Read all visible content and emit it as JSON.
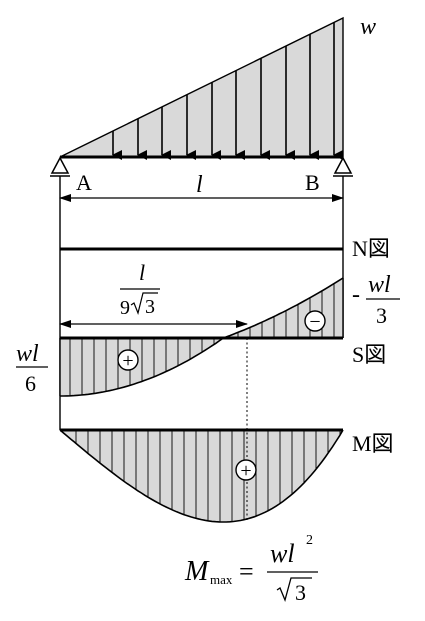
{
  "load": {
    "label": "w"
  },
  "supports": {
    "left_label": "A",
    "right_label": "B"
  },
  "span": {
    "label": "l"
  },
  "diagrams": {
    "normal": {
      "label": "N図"
    },
    "shear": {
      "label": "S図",
      "left_value": {
        "num": "wl",
        "den": "6"
      },
      "right_value": {
        "sign": "-",
        "num": "wl",
        "den": "3"
      },
      "zero_point": {
        "num": "l",
        "den_coef": "9",
        "den_root": "3"
      },
      "positive_sign": "+",
      "negative_sign": "−"
    },
    "moment": {
      "label": "M図",
      "positive_sign": "+",
      "max_formula": {
        "symbol": "M",
        "subscript": "max",
        "equals": "=",
        "num_base": "wl",
        "num_exp": "2",
        "den_root": "3"
      }
    }
  },
  "colors": {
    "fill": "#d9d9d9",
    "stroke": "#000000",
    "background": "#ffffff"
  }
}
